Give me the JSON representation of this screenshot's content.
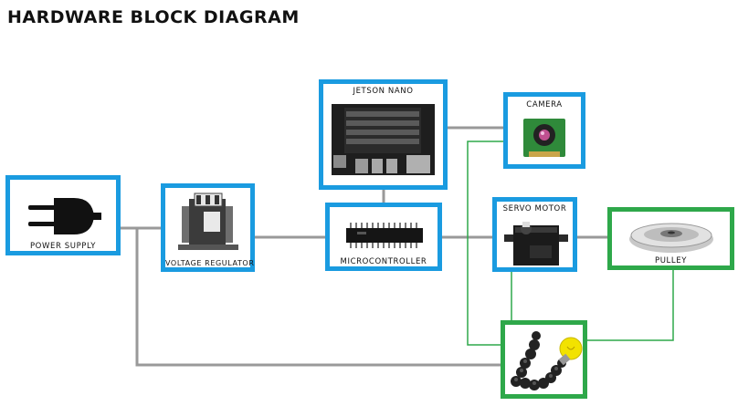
{
  "title": "HARDWARE BLOCK DIAGRAM",
  "blocks": {
    "power_supply": "POWER SUPPLY",
    "voltage_regulator": "VOLTAGE REGULATOR",
    "jetson_nano": "JETSON NANO",
    "microcontroller": "MICROCONTROLLER",
    "camera": "CAMERA",
    "servo_motor": "SERVO MOTOR",
    "pulley": "PULLEY",
    "lamp": ""
  },
  "colors": {
    "module_border": "#1a9be0",
    "mechanical_border": "#2ea84a",
    "power_wire": "#999999",
    "signal_wire": "#2ea84a"
  }
}
